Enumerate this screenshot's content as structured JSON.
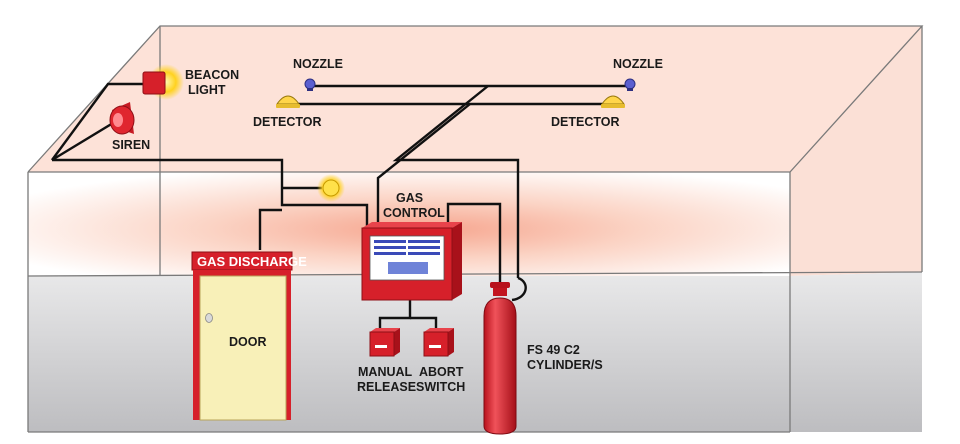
{
  "labels": {
    "beacon_line1": "BEACON",
    "beacon_line2": "LIGHT",
    "siren": "SIREN",
    "nozzle_left": "NOZZLE",
    "nozzle_right": "NOZZLE",
    "detector_left": "DETECTOR",
    "detector_right": "DETECTOR",
    "gas_control_line1": "GAS",
    "gas_control_line2": "CONTROL",
    "gas_discharge_sign": "GAS DISCHARGE",
    "door": "DOOR",
    "manual_release_line1": "MANUAL",
    "manual_release_line2": "RELEASE",
    "abort_switch_line1": "ABORT",
    "abort_switch_line2": "SWITCH",
    "cylinder_line1": "FS 49 C2",
    "cylinder_line2": "CYLINDER/S"
  },
  "colors": {
    "accent_red": "#d6202a",
    "door_fill": "#f8f0b8",
    "beacon_glow": "#ffd21f",
    "nozzle_blue": "#5a5fd0",
    "detector_yellow": "#ffd54a"
  }
}
